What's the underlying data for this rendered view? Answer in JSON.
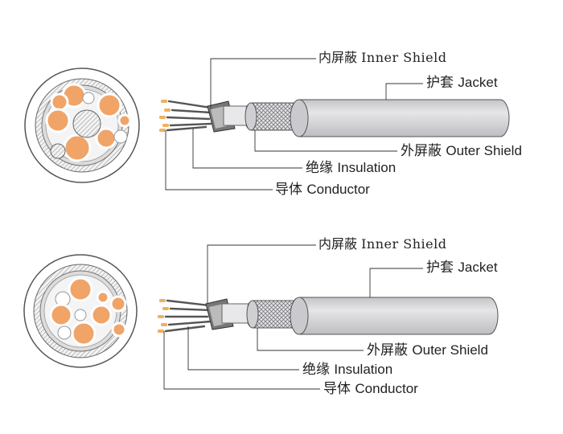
{
  "diagrams": [
    {
      "labels": {
        "inner_shield": {
          "zh": "内屏蔽",
          "en": "Inner Shield"
        },
        "jacket": {
          "zh": "护套",
          "en": "Jacket"
        },
        "outer_shield": {
          "zh": "外屏蔽",
          "en": "Outer Shield"
        },
        "insulation": {
          "zh": "绝缘",
          "en": "Insulation"
        },
        "conductor": {
          "zh": "导体",
          "en": "Conductor"
        }
      }
    },
    {
      "labels": {
        "inner_shield": {
          "zh": "内屏蔽",
          "en": "Inner Shield"
        },
        "jacket": {
          "zh": "护套",
          "en": "Jacket"
        },
        "outer_shield": {
          "zh": "外屏蔽",
          "en": "Outer Shield"
        },
        "insulation": {
          "zh": "绝缘",
          "en": "Insulation"
        },
        "conductor": {
          "zh": "导体",
          "en": "Conductor"
        }
      }
    }
  ],
  "colors": {
    "jacket": "#d6d6d8",
    "conductor": "#f0a468",
    "shield": "#9a9a9e",
    "leader": "#333333"
  }
}
